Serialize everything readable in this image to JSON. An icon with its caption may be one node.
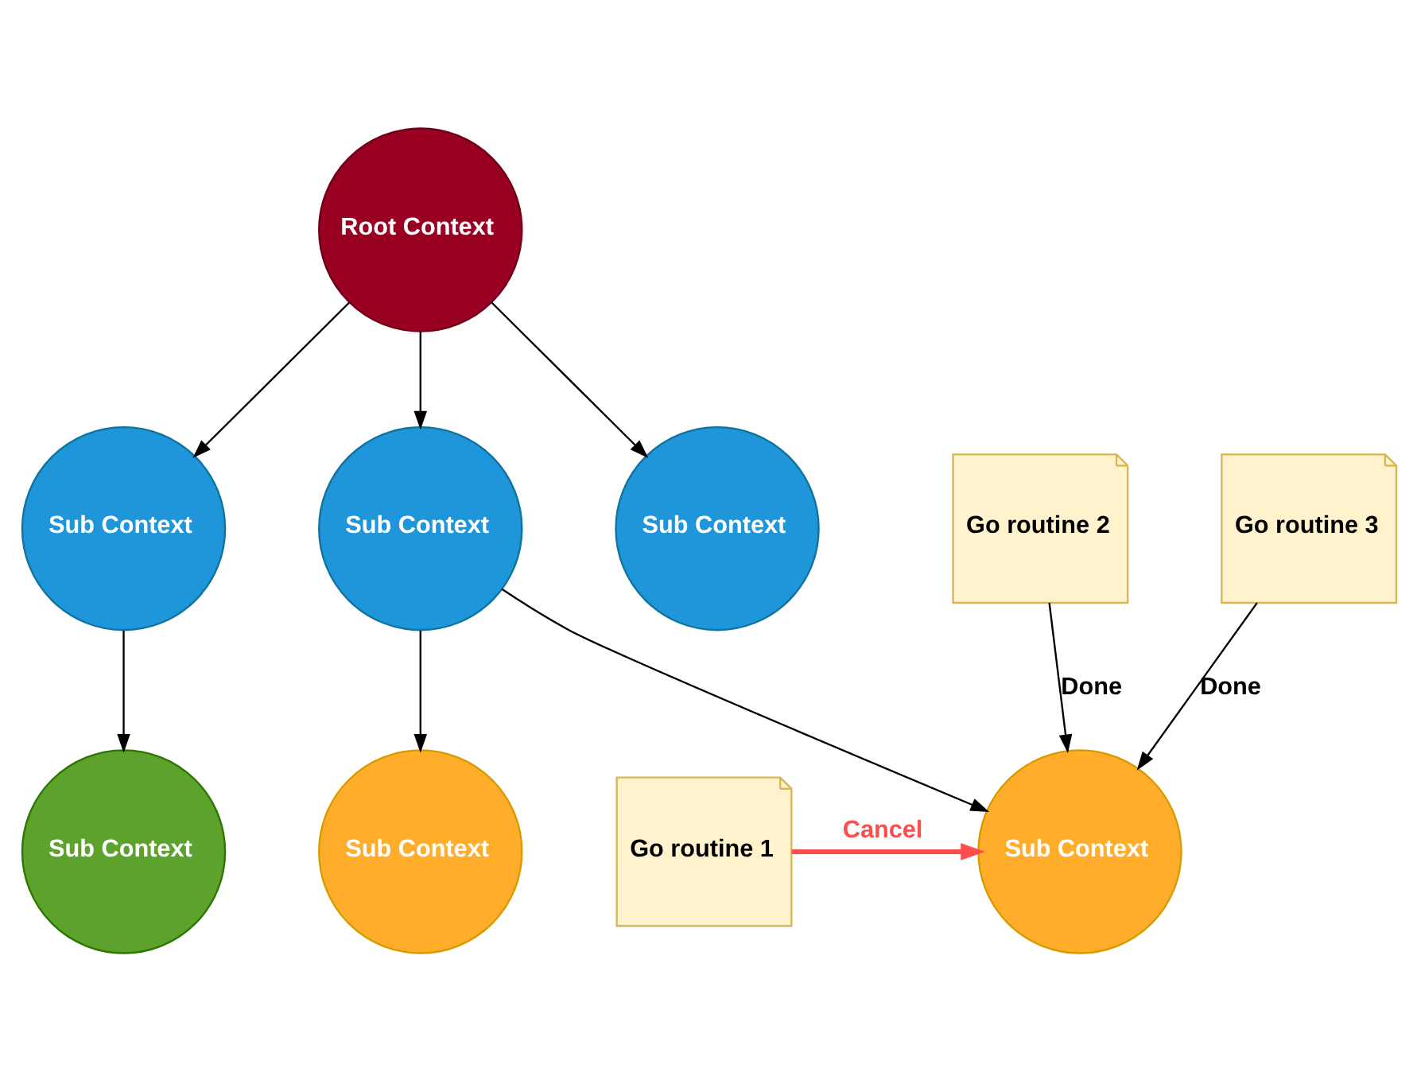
{
  "diagram": {
    "nodes": [
      {
        "text": [
          "Root Context"
        ]
      },
      {
        "text": [
          "Sub Context"
        ]
      },
      {
        "text": [
          "Sub Context"
        ]
      },
      {
        "text": [
          "Sub Context"
        ]
      },
      {
        "text": [
          "Sub Context"
        ]
      },
      {
        "text": [
          "Sub Context"
        ]
      },
      {
        "text": [
          "Sub Context"
        ]
      },
      {
        "text": [
          "Go routine 1"
        ]
      },
      {
        "text": [
          "Go routine 2"
        ]
      },
      {
        "text": [
          "Go routine 3"
        ]
      }
    ],
    "edges": [
      {
        "from": 0,
        "to": 1,
        "arrow": "to"
      },
      {
        "from": 0,
        "to": 2,
        "arrow": "to"
      },
      {
        "from": 0,
        "to": 3,
        "arrow": "to"
      },
      {
        "from": 1,
        "to": 4,
        "arrow": "to"
      },
      {
        "from": 2,
        "to": 5,
        "arrow": "to"
      },
      {
        "from": 2,
        "to": 6,
        "arrow": "to"
      },
      {
        "from": 7,
        "to": 6,
        "arrow": "to",
        "label": "Cancel",
        "style": "thick",
        "color": "#ff4c4c"
      },
      {
        "from": 8,
        "to": 6,
        "arrow": "to",
        "label": "Done"
      },
      {
        "from": 9,
        "to": 6,
        "arrow": "to",
        "label": "Done"
      }
    ]
  }
}
